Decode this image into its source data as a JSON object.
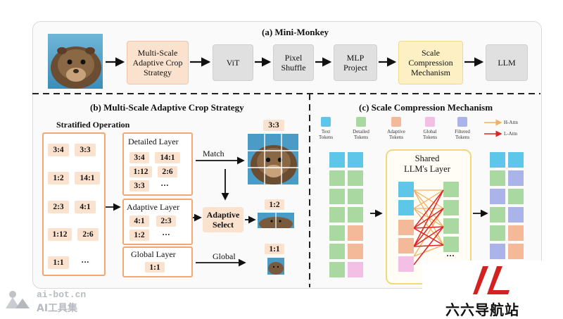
{
  "part_a": {
    "title": "(a) Mini-Monkey",
    "pipeline": [
      {
        "label": "Multi-Scale\nAdaptive Crop\nStrategy"
      },
      {
        "label": "ViT"
      },
      {
        "label": "Pixel\nShuffle"
      },
      {
        "label": "MLP\nProject"
      },
      {
        "label": "Scale\nCompression\nMechanism"
      },
      {
        "label": "LLM"
      }
    ]
  },
  "part_b": {
    "title": "(b) Multi-Scale Adaptive Crop Strategy",
    "stratified_label": "Stratified Operation",
    "ratios": [
      "3:4",
      "3:3",
      "1:2",
      "14:1",
      "2:3",
      "4:1",
      "1:12",
      "2:6",
      "1:1",
      "···"
    ],
    "detailed_layer": {
      "label": "Detailed Layer",
      "ratios": [
        "3:4",
        "14:1",
        "1:12",
        "2:6",
        "3:3",
        "···"
      ]
    },
    "adaptive_layer": {
      "label": "Adaptive Layer",
      "ratios": [
        "4:1",
        "2:3",
        "1:2",
        "···"
      ]
    },
    "global_layer": {
      "label": "Global Layer",
      "ratios": [
        "1:1"
      ]
    },
    "match_label": "Match",
    "global_label": "Global",
    "adaptive_select": "Adaptive\nSelect",
    "crop_labels": [
      "3:3",
      "1:2",
      "1:1"
    ]
  },
  "part_c": {
    "title": "(c) Scale Compression Mechanism",
    "legend": [
      {
        "label": "Text\nTokens",
        "color": "#5ec6e8"
      },
      {
        "label": "Detailed\nTokens",
        "color": "#a9d9a0"
      },
      {
        "label": "Adaptive\nTokens",
        "color": "#f4b998"
      },
      {
        "label": "Global\nTokens",
        "color": "#f3bfe4"
      },
      {
        "label": "Filtered\nTokens",
        "color": "#aab4e8"
      }
    ],
    "attn_legend": [
      {
        "label": "H-Attn",
        "color": "#f0b060"
      },
      {
        "label": "L-Attn",
        "color": "#e02424"
      }
    ],
    "shared_label": "Shared\nLLM's Layer",
    "ellipsis": "···"
  },
  "watermark": {
    "left_top": "ai-bot.cn",
    "left_bottom": "AI工具集",
    "right": "六六导航站"
  }
}
